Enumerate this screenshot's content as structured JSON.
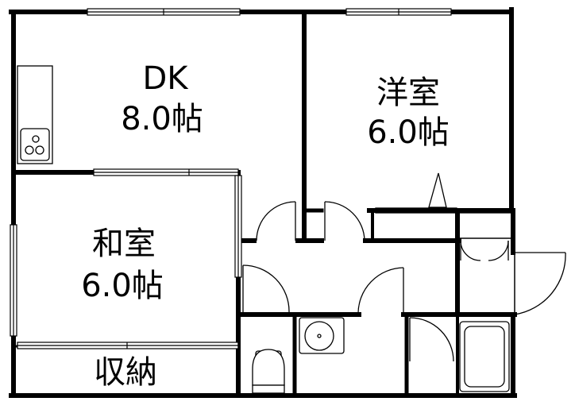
{
  "rooms": {
    "dk": {
      "name": "DK",
      "size": "8.0帖"
    },
    "western": {
      "name": "洋室",
      "size": "6.0帖"
    },
    "japanese": {
      "name": "和室",
      "size": "6.0帖"
    },
    "storage": {
      "name": "収納"
    }
  }
}
